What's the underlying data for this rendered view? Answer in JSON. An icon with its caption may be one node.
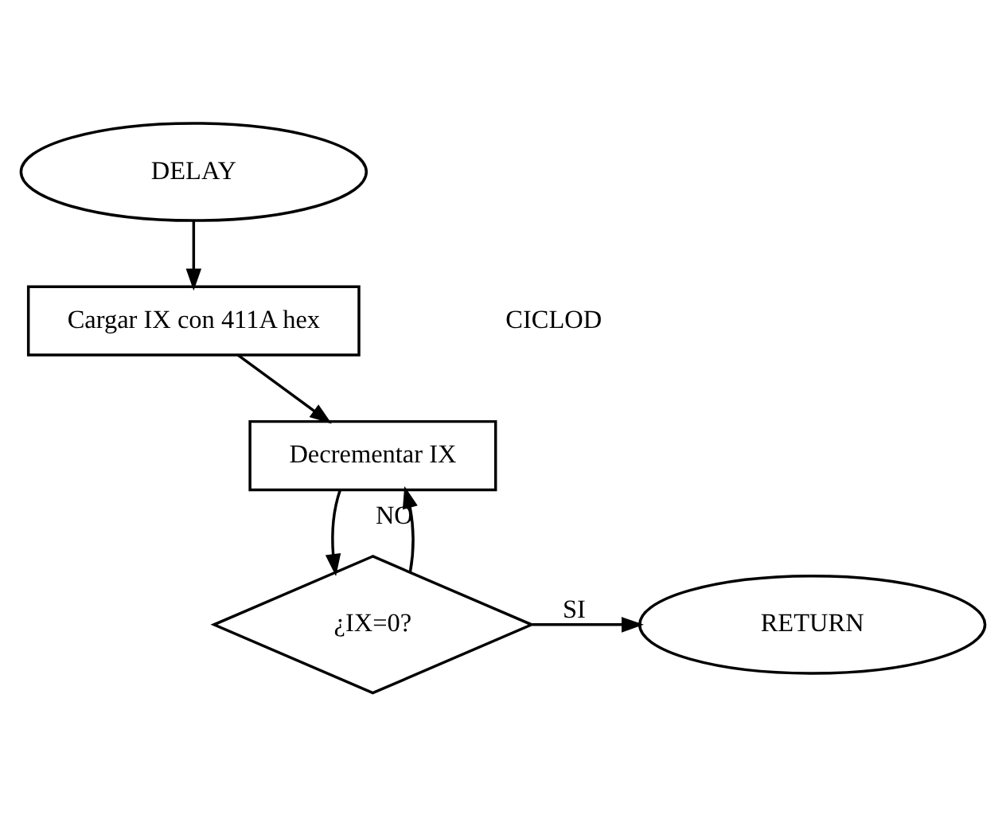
{
  "diagram": {
    "nodes": [
      {
        "text": [
          "DELAY"
        ]
      },
      {
        "text": [
          "Cargar IX con 411A hex"
        ]
      },
      {
        "text": [
          "Decrementar IX"
        ]
      },
      {
        "text": [
          "¿IX=0?"
        ]
      },
      {
        "text": [
          "RETURN"
        ]
      }
    ],
    "edges": [
      {
        "from": 0,
        "to": 1,
        "arrow": "to"
      },
      {
        "from": 1,
        "to": 2,
        "arrow": "to"
      },
      {
        "from": 2,
        "to": 3,
        "arrow": "to"
      },
      {
        "from": 3,
        "to": 2,
        "arrow": "to",
        "label": "NO"
      },
      {
        "from": 3,
        "to": 4,
        "arrow": "to",
        "label": "SI"
      }
    ],
    "labels": [
      "CICLOD"
    ]
  }
}
